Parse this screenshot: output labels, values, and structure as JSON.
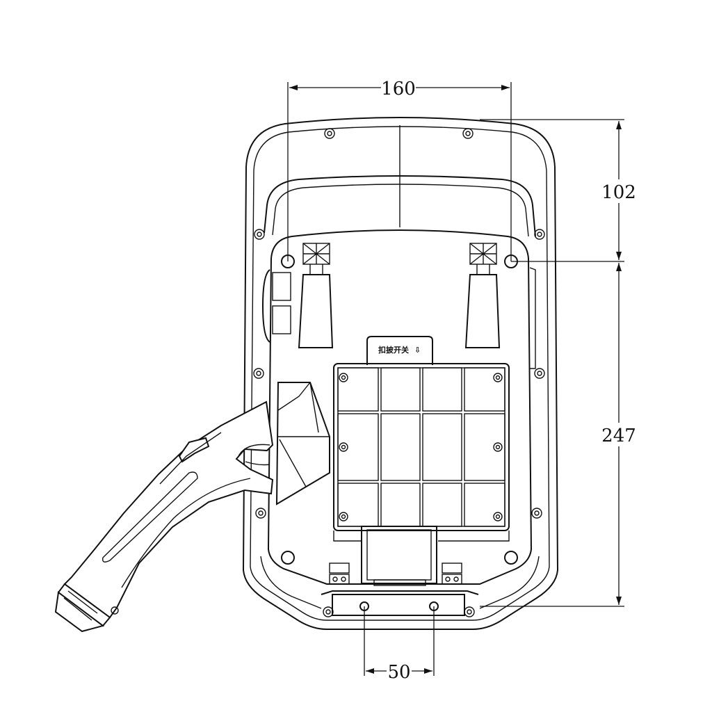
{
  "drawing": {
    "subject": "wall-mounted EV charger rear view with charging gun",
    "dimensions": {
      "top_width": "160",
      "upper_height": "102",
      "lower_height": "247",
      "bottom_width": "50"
    },
    "back_label": {
      "text": "扣披开关",
      "arrow": "⇩"
    }
  }
}
